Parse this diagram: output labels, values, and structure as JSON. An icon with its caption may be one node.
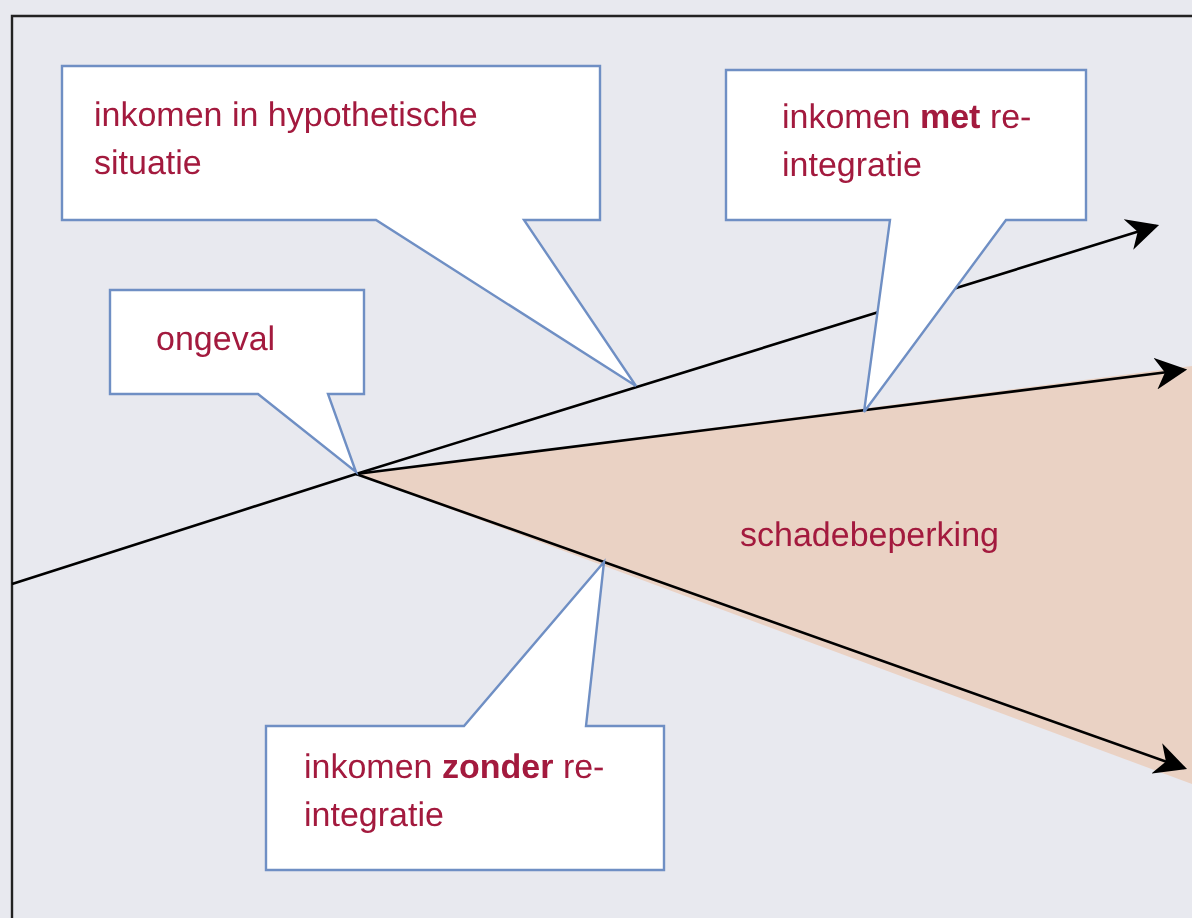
{
  "diagram": {
    "nodes": [
      {
        "text": [
          "inkomen in hypothetische situatie"
        ]
      },
      {
        "text": [
          "inkomen **met** re-integratie"
        ]
      },
      {
        "text": [
          "ongeval"
        ]
      },
      {
        "text": [
          "schadebeperking"
        ]
      },
      {
        "text": [
          "inkomen **zonder** re-integratie"
        ]
      }
    ]
  }
}
